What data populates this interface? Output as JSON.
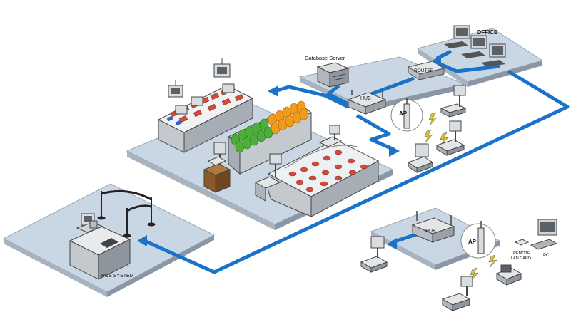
{
  "labels": {
    "office": "OFFICE",
    "router": "ROUTER",
    "database_server": "Database Server",
    "hub_main": "HUB",
    "ap_main": "AP",
    "pos_system": "POS SYSTEM",
    "hub_remote": "HUB",
    "ap_remote": "AP",
    "remote_lan_card_line1": "REMOTE",
    "remote_lan_card_line2": "LAN CARD",
    "pc": "PC"
  },
  "colors": {
    "floor": "#c9d6e3",
    "floor_edge": "#8a96a3",
    "network_line": "#1a73c9",
    "device": "#d9dde0",
    "device_dark": "#4a4f55",
    "produce_green": "#4caf3a",
    "produce_orange": "#f29a1a",
    "meat_red": "#d44a3a"
  }
}
